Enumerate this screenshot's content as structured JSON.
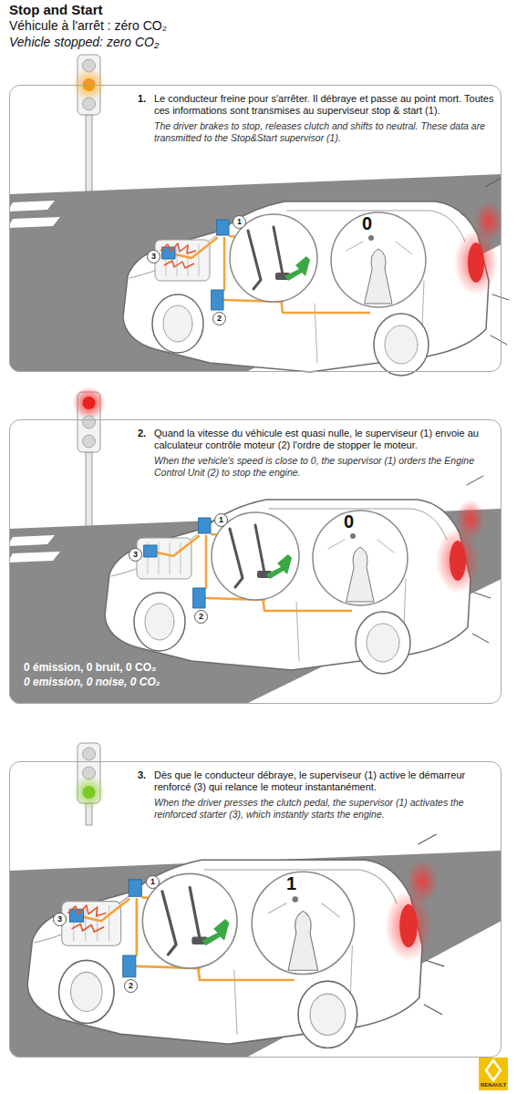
{
  "diagram": {
    "title": "Stop and Start",
    "nodes": [
      {
        "text": [
          "1.",
          "Le conducteur freine pour s'arrêter. Il débraye et passe au point mort. Toutes ces informations sont transmises au superviseur stop & start (1).",
          "The driver brakes to stop, releases clutch and shifts to neutral. These data are transmitted to the Stop&Start supervisor (1)."
        ]
      },
      {
        "text": [
          "2.",
          "Quand la vitesse du véhicule est quasi nulle, le superviseur (1) envoie au calculateur contrôle moteur (2) l'ordre de stopper le moteur.",
          "When the vehicle's speed is close to 0, the supervisor (1) orders the Engine Control Unit (2) to stop the engine.",
          "0 émission, 0 bruit, 0 CO₂",
          "0 emission, 0 noise, 0 CO₂"
        ]
      },
      {
        "text": [
          "3.",
          "Dès que le conducteur débraye, le superviseur (1) active le démarreur renforcé (3) qui relance le moteur instantanément.",
          "When the driver presses the clutch pedal, the supervisor (1) activates the reinforced starter (3), which instantly starts the engine."
        ]
      }
    ],
    "labels": [
      "Véhicule à l'arrêt : zéro CO₂",
      "Vehicle stopped: zero CO₂",
      "0",
      "1",
      "3",
      "2",
      "0",
      "1",
      "3",
      "2",
      "1",
      "1",
      "3",
      "2",
      "RENAULT"
    ]
  }
}
